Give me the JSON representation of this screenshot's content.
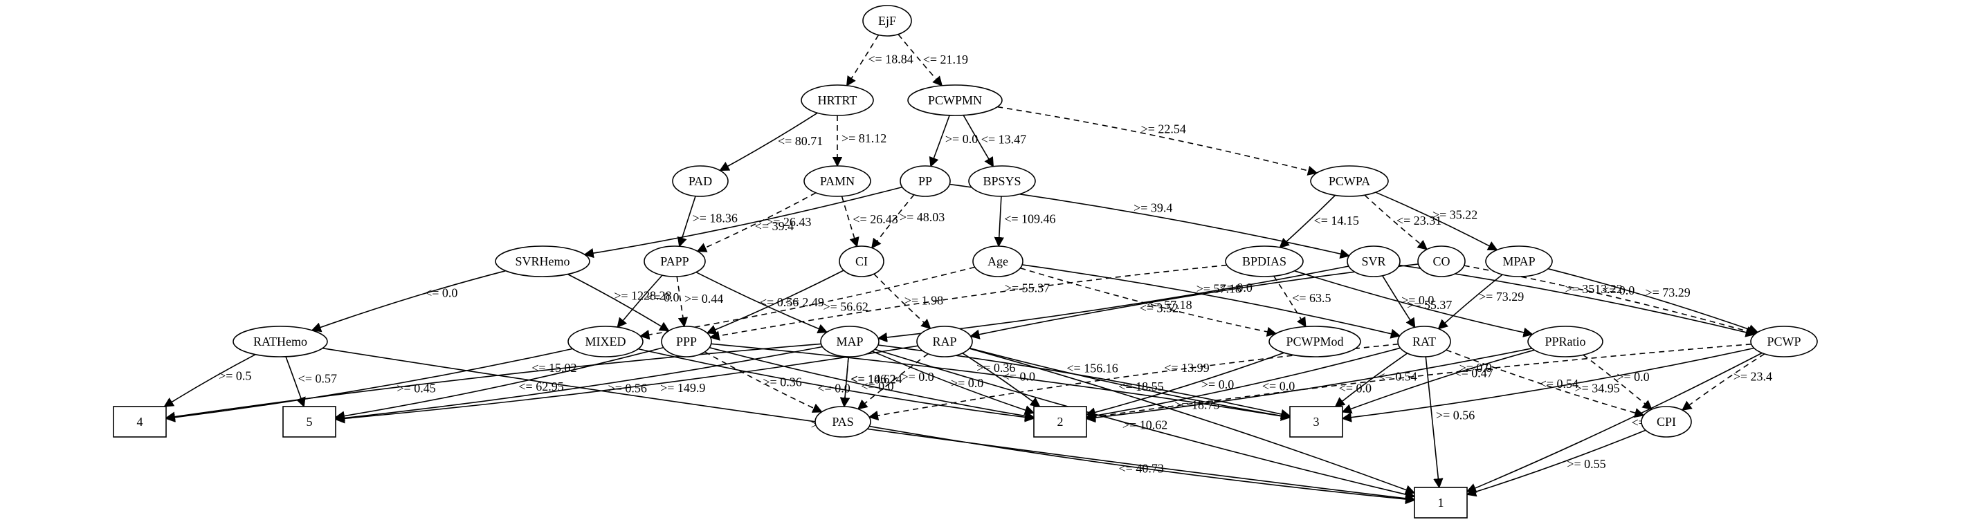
{
  "nodes": [
    {
      "id": "EjF",
      "label": "EjF",
      "shape": "ellipse"
    },
    {
      "id": "HRTRT",
      "label": "HRTRT",
      "shape": "ellipse"
    },
    {
      "id": "PCWPMN",
      "label": "PCWPMN",
      "shape": "ellipse"
    },
    {
      "id": "PAD",
      "label": "PAD",
      "shape": "ellipse"
    },
    {
      "id": "PAMN",
      "label": "PAMN",
      "shape": "ellipse"
    },
    {
      "id": "PP",
      "label": "PP",
      "shape": "ellipse"
    },
    {
      "id": "BPSYS",
      "label": "BPSYS",
      "shape": "ellipse"
    },
    {
      "id": "PCWPA",
      "label": "PCWPA",
      "shape": "ellipse"
    },
    {
      "id": "SVRHemo",
      "label": "SVRHemo",
      "shape": "ellipse"
    },
    {
      "id": "PAPP",
      "label": "PAPP",
      "shape": "ellipse"
    },
    {
      "id": "CI",
      "label": "CI",
      "shape": "ellipse"
    },
    {
      "id": "Age",
      "label": "Age",
      "shape": "ellipse"
    },
    {
      "id": "BPDIAS",
      "label": "BPDIAS",
      "shape": "ellipse"
    },
    {
      "id": "SVR",
      "label": "SVR",
      "shape": "ellipse"
    },
    {
      "id": "CO",
      "label": "CO",
      "shape": "ellipse"
    },
    {
      "id": "MPAP",
      "label": "MPAP",
      "shape": "ellipse"
    },
    {
      "id": "RATHemo",
      "label": "RATHemo",
      "shape": "ellipse"
    },
    {
      "id": "MIXED",
      "label": "MIXED",
      "shape": "ellipse"
    },
    {
      "id": "PPP",
      "label": "PPP",
      "shape": "ellipse"
    },
    {
      "id": "MAP",
      "label": "MAP",
      "shape": "ellipse"
    },
    {
      "id": "RAP",
      "label": "RAP",
      "shape": "ellipse"
    },
    {
      "id": "PCWPMod",
      "label": "PCWPMod",
      "shape": "ellipse"
    },
    {
      "id": "RAT",
      "label": "RAT",
      "shape": "ellipse"
    },
    {
      "id": "PPRatio",
      "label": "PPRatio",
      "shape": "ellipse"
    },
    {
      "id": "PCWP",
      "label": "PCWP",
      "shape": "ellipse"
    },
    {
      "id": "PAS",
      "label": "PAS",
      "shape": "ellipse"
    },
    {
      "id": "CPI",
      "label": "CPI",
      "shape": "ellipse"
    },
    {
      "id": "L4",
      "label": "4",
      "shape": "box"
    },
    {
      "id": "L5",
      "label": "5",
      "shape": "box"
    },
    {
      "id": "L2",
      "label": "2",
      "shape": "box"
    },
    {
      "id": "L3",
      "label": "3",
      "shape": "box"
    },
    {
      "id": "L1",
      "label": "1",
      "shape": "box"
    }
  ],
  "edges": [
    {
      "from": "EjF",
      "to": "HRTRT",
      "label": "<= 18.84",
      "style": "dashed"
    },
    {
      "from": "EjF",
      "to": "PCWPMN",
      "label": "<= 21.19",
      "style": "dashed"
    },
    {
      "from": "HRTRT",
      "to": "PAD",
      "label": "<= 80.71",
      "style": "solid"
    },
    {
      "from": "HRTRT",
      "to": "PAMN",
      "label": ">= 81.12",
      "style": "dashed"
    },
    {
      "from": "PCWPMN",
      "to": "PP",
      "label": ">= 0.0",
      "style": "solid"
    },
    {
      "from": "PCWPMN",
      "to": "BPSYS",
      "label": "<= 13.47",
      "style": "solid"
    },
    {
      "from": "PCWPMN",
      "to": "PCWPA",
      "label": ">= 22.54",
      "style": "dashed"
    },
    {
      "from": "PAD",
      "to": "PAPP",
      "label": ">= 18.36",
      "style": "solid"
    },
    {
      "from": "PAMN",
      "to": "PAPP",
      "label": ">= 26.43",
      "style": "dashed"
    },
    {
      "from": "PAMN",
      "to": "CI",
      "label": "<= 26.43",
      "style": "dashed"
    },
    {
      "from": "PP",
      "to": "SVRHemo",
      "label": "<= 39.4",
      "style": "solid"
    },
    {
      "from": "PP",
      "to": "CI",
      "label": ">= 48.03",
      "style": "dashed"
    },
    {
      "from": "PP",
      "to": "SVR",
      "label": ">= 39.4",
      "style": "solid"
    },
    {
      "from": "BPSYS",
      "to": "Age",
      "label": "<= 109.46",
      "style": "solid"
    },
    {
      "from": "PCWPA",
      "to": "BPDIAS",
      "label": "<= 14.15",
      "style": "solid"
    },
    {
      "from": "PCWPA",
      "to": "CO",
      "label": "<= 23.31",
      "style": "dashed"
    },
    {
      "from": "PCWPA",
      "to": "MPAP",
      "label": ">= 35.22",
      "style": "solid"
    },
    {
      "from": "SVRHemo",
      "to": "RATHemo",
      "label": "<= 0.0",
      "style": "solid"
    },
    {
      "from": "SVRHemo",
      "to": "PPP",
      "label": ">= 1228.28",
      "style": "solid"
    },
    {
      "from": "PAPP",
      "to": "MIXED",
      "label": "<= 0.0",
      "style": "solid"
    },
    {
      "from": "PAPP",
      "to": "PPP",
      "label": ">= 0.44",
      "style": "dashed"
    },
    {
      "from": "PAPP",
      "to": "MAP",
      "label": "<= 0.56",
      "style": "solid"
    },
    {
      "from": "CI",
      "to": "PPP",
      "label": "<= 2.49",
      "style": "solid"
    },
    {
      "from": "CI",
      "to": "RAP",
      "label": ">= 1.98",
      "style": "dashed"
    },
    {
      "from": "Age",
      "to": "MIXED",
      "label": ">= 56.62",
      "style": "dashed"
    },
    {
      "from": "Age",
      "to": "PCWPMod",
      "label": "<= 57.18",
      "style": "dashed"
    },
    {
      "from": "Age",
      "to": "RAT",
      "label": ">= 57.18",
      "style": "solid"
    },
    {
      "from": "BPDIAS",
      "to": "PPP",
      "label": ">= 55.37",
      "style": "dashed"
    },
    {
      "from": "BPDIAS",
      "to": "PCWPMod",
      "label": "<= 63.5",
      "style": "dashed"
    },
    {
      "from": "BPDIAS",
      "to": "PPRatio",
      "label": ">= 55.37",
      "style": "solid"
    },
    {
      "from": "SVR",
      "to": "MAP",
      "label": "<= 3.52",
      "style": "solid"
    },
    {
      "from": "SVR",
      "to": "RAT",
      "label": ">= 0.0",
      "style": "solid"
    },
    {
      "from": "SVR",
      "to": "PCWP",
      "label": ">= 3513.22",
      "style": "solid"
    },
    {
      "from": "CO",
      "to": "RAP",
      "label": "<= 0.0",
      "style": "solid"
    },
    {
      "from": "CO",
      "to": "PCWP",
      "label": "<= 0.0",
      "style": "dashed"
    },
    {
      "from": "MPAP",
      "to": "RAT",
      "label": ">= 73.29",
      "style": "solid"
    },
    {
      "from": "MPAP",
      "to": "PCWP",
      "label": ">= 73.29",
      "style": "solid"
    },
    {
      "from": "RATHemo",
      "to": "L4",
      "label": ">= 0.5",
      "style": "solid"
    },
    {
      "from": "RATHemo",
      "to": "L5",
      "label": "<= 0.57",
      "style": "solid"
    },
    {
      "from": "RATHemo",
      "to": "L1",
      "label": ">= 57.67",
      "style": "solid"
    },
    {
      "from": "MIXED",
      "to": "L4",
      "label": ">= 0.45",
      "style": "solid"
    },
    {
      "from": "MIXED",
      "to": "L2",
      "label": "<= 0.0",
      "style": "solid"
    },
    {
      "from": "PPP",
      "to": "L5",
      "label": "<= 62.95",
      "style": "solid"
    },
    {
      "from": "PPP",
      "to": "L2",
      "label": "<= 0.0",
      "style": "solid"
    },
    {
      "from": "PPP",
      "to": "L3",
      "label": ">= 0.36",
      "style": "solid"
    },
    {
      "from": "MAP",
      "to": "L4",
      "label": "<= 15.02",
      "style": "solid"
    },
    {
      "from": "MAP",
      "to": "PAS",
      "label": "<= 10.62",
      "style": "solid"
    },
    {
      "from": "MAP",
      "to": "L2",
      "label": ">= 0.0",
      "style": "solid"
    },
    {
      "from": "MAP",
      "to": "L3",
      "label": "<= 156.16",
      "style": "solid"
    },
    {
      "from": "MAP",
      "to": "L1",
      "label": ">= 10.62",
      "style": "solid"
    },
    {
      "from": "RAP",
      "to": "L5",
      "label": ">= 149.9",
      "style": "solid"
    },
    {
      "from": "RAP",
      "to": "PAS",
      "label": ">= 0.0",
      "style": "dashed"
    },
    {
      "from": "RAP",
      "to": "L2",
      "label": "<= 0.0",
      "style": "solid"
    },
    {
      "from": "RAP",
      "to": "L3",
      "label": "<= 18.55",
      "style": "solid"
    },
    {
      "from": "RAP",
      "to": "L1",
      "label": ">= 18.75",
      "style": "solid"
    },
    {
      "from": "PPP",
      "to": "PAS",
      "label": ">= 0.36",
      "style": "dashed"
    },
    {
      "from": "MAP",
      "to": "L5",
      "label": ">= 0.56",
      "style": "solid"
    },
    {
      "from": "MAP",
      "to": "PAS",
      "label": "<= 146.24",
      "style": "dashed"
    },
    {
      "from": "PCWPMod",
      "to": "L2",
      "label": ">= 0.0",
      "style": "solid"
    },
    {
      "from": "RAT",
      "to": "PAS",
      "label": "<= 13.99",
      "style": "dashed"
    },
    {
      "from": "RAT",
      "to": "L2",
      "label": "<= 0.0",
      "style": "solid"
    },
    {
      "from": "RAT",
      "to": "L3",
      "label": "<= 0.54",
      "style": "solid"
    },
    {
      "from": "RAT",
      "to": "L1",
      "label": ">= 0.56",
      "style": "solid"
    },
    {
      "from": "RAT",
      "to": "CPI",
      "label": "<= 0.54",
      "style": "dashed"
    },
    {
      "from": "PPRatio",
      "to": "L2",
      "label": "<= 0.0",
      "style": "solid"
    },
    {
      "from": "PPRatio",
      "to": "L3",
      "label": "<= 0.47",
      "style": "solid"
    },
    {
      "from": "PPRatio",
      "to": "CPI",
      "label": ">= 0.0",
      "style": "dashed"
    },
    {
      "from": "PCWP",
      "to": "L2",
      "label": ">= 0.0",
      "style": "dashed"
    },
    {
      "from": "PCWP",
      "to": "L3",
      "label": ">= 34.95",
      "style": "solid"
    },
    {
      "from": "PCWP",
      "to": "CPI",
      "label": ">= 23.4",
      "style": "dashed"
    },
    {
      "from": "PCWP",
      "to": "L1",
      "label": "<= 18.35",
      "style": "solid"
    },
    {
      "from": "PAS",
      "to": "L1",
      "label": "<= 40.73",
      "style": "solid"
    },
    {
      "from": "CPI",
      "to": "L1",
      "label": ">= 0.55",
      "style": "solid"
    }
  ]
}
